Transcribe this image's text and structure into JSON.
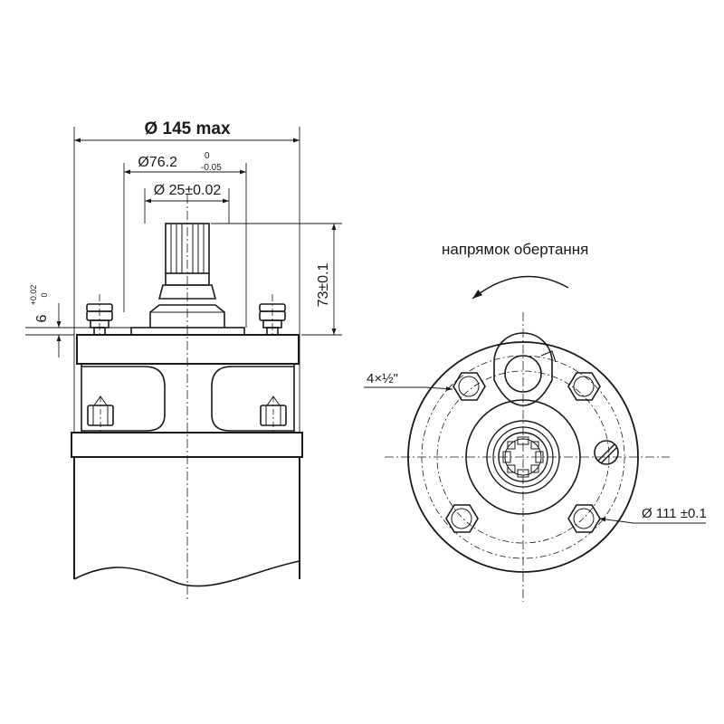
{
  "side_view": {
    "dim_overall_diameter": "Ø 145 max",
    "dim_pilot_diameter": "Ø76.2",
    "dim_pilot_tol_upper": "0",
    "dim_pilot_tol_lower": "-0.05",
    "dim_shaft_diameter": "Ø 25±0.02",
    "dim_shaft_length": "73±0.1",
    "dim_flange_step": "6",
    "dim_flange_step_tol_upper": "+0.02",
    "dim_flange_step_tol_lower": "0"
  },
  "front_view": {
    "rotation_label": "напрямок обертання",
    "bolt_callout": "4×½\"",
    "bolt_circle_label": "Ø 111 ±0.1"
  },
  "colors": {
    "line": "#1a1a1a",
    "background": "#ffffff"
  }
}
